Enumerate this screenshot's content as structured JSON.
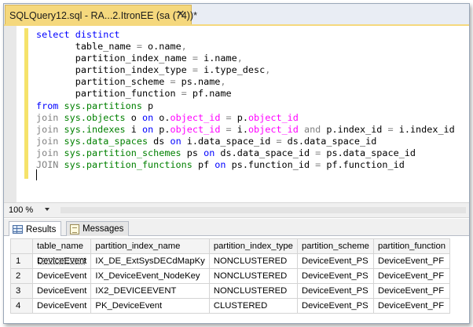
{
  "document_tab": {
    "label": "SQLQuery12.sql - RA...2.ItronEE (sa (74))*",
    "close_glyph": "✕"
  },
  "editor": {
    "lines": [
      [
        {
          "t": "select distinct",
          "c": "kw"
        }
      ],
      [
        {
          "t": "       table_name "
        },
        {
          "t": "=",
          "c": "op"
        },
        {
          "t": " o.name"
        },
        {
          "t": ",",
          "c": "op"
        }
      ],
      [
        {
          "t": "       partition_index_name "
        },
        {
          "t": "=",
          "c": "op"
        },
        {
          "t": " i.name"
        },
        {
          "t": ",",
          "c": "op"
        }
      ],
      [
        {
          "t": "       partition_index_type "
        },
        {
          "t": "=",
          "c": "op"
        },
        {
          "t": " i.type_desc"
        },
        {
          "t": ",",
          "c": "op"
        }
      ],
      [
        {
          "t": "       partition_scheme "
        },
        {
          "t": "=",
          "c": "op"
        },
        {
          "t": " ps.name"
        },
        {
          "t": ",",
          "c": "op"
        }
      ],
      [
        {
          "t": "       partition_function "
        },
        {
          "t": "=",
          "c": "op"
        },
        {
          "t": " pf.name"
        }
      ],
      [
        {
          "t": "from ",
          "c": "kw"
        },
        {
          "t": "sys.partitions",
          "c": "sys"
        },
        {
          "t": " p"
        }
      ],
      [
        {
          "t": "join ",
          "c": "op"
        },
        {
          "t": "sys.objects",
          "c": "sys"
        },
        {
          "t": " o "
        },
        {
          "t": "on",
          "c": "kw"
        },
        {
          "t": " o."
        },
        {
          "t": "object_id",
          "c": "fn"
        },
        {
          "t": " = ",
          "c": "op"
        },
        {
          "t": "p."
        },
        {
          "t": "object_id",
          "c": "fn"
        }
      ],
      [
        {
          "t": "join ",
          "c": "op"
        },
        {
          "t": "sys.indexes",
          "c": "sys"
        },
        {
          "t": " i "
        },
        {
          "t": "on",
          "c": "kw"
        },
        {
          "t": " p."
        },
        {
          "t": "object_id",
          "c": "fn"
        },
        {
          "t": " = ",
          "c": "op"
        },
        {
          "t": "i."
        },
        {
          "t": "object_id",
          "c": "fn"
        },
        {
          "t": " and ",
          "c": "op"
        },
        {
          "t": "p.index_id "
        },
        {
          "t": "=",
          "c": "op"
        },
        {
          "t": " i.index_id"
        }
      ],
      [
        {
          "t": "join ",
          "c": "op"
        },
        {
          "t": "sys.data_spaces",
          "c": "sys"
        },
        {
          "t": " ds "
        },
        {
          "t": "on",
          "c": "kw"
        },
        {
          "t": " i.data_space_id "
        },
        {
          "t": "=",
          "c": "op"
        },
        {
          "t": " ds.data_space_id"
        }
      ],
      [
        {
          "t": "join ",
          "c": "op"
        },
        {
          "t": "sys.partition_schemes",
          "c": "sys"
        },
        {
          "t": " ps "
        },
        {
          "t": "on",
          "c": "kw"
        },
        {
          "t": " ds.data_space_id "
        },
        {
          "t": "=",
          "c": "op"
        },
        {
          "t": " ps.data_space_id"
        }
      ],
      [
        {
          "t": "JOIN ",
          "c": "op"
        },
        {
          "t": "sys.partition_functions",
          "c": "sys"
        },
        {
          "t": " pf "
        },
        {
          "t": "on",
          "c": "kw"
        },
        {
          "t": " ps.function_id "
        },
        {
          "t": "=",
          "c": "op"
        },
        {
          "t": " pf.function_id"
        }
      ]
    ]
  },
  "zoom": {
    "value": "100 %"
  },
  "results_tabs": [
    {
      "label": "Results",
      "icon": "grid-icon",
      "active": true
    },
    {
      "label": "Messages",
      "icon": "messages-icon",
      "active": false
    }
  ],
  "grid": {
    "columns": [
      "table_name",
      "partition_index_name",
      "partition_index_type",
      "partition_scheme",
      "partition_function"
    ],
    "rows": [
      {
        "num": "1",
        "cells": [
          "DeviceEvent",
          "IX_DE_ExtSysDECdMapKy",
          "NONCLUSTERED",
          "DeviceEvent_PS",
          "DeviceEvent_PF"
        ]
      },
      {
        "num": "2",
        "cells": [
          "DeviceEvent",
          "IX_DeviceEvent_NodeKey",
          "NONCLUSTERED",
          "DeviceEvent_PS",
          "DeviceEvent_PF"
        ]
      },
      {
        "num": "3",
        "cells": [
          "DeviceEvent",
          "IX2_DEVICEEVENT",
          "NONCLUSTERED",
          "DeviceEvent_PS",
          "DeviceEvent_PF"
        ]
      },
      {
        "num": "4",
        "cells": [
          "DeviceEvent",
          "PK_DeviceEvent",
          "CLUSTERED",
          "DeviceEvent_PS",
          "DeviceEvent_PF"
        ]
      }
    ]
  },
  "colors": {
    "keyword": "#0000ff",
    "system_object": "#008000",
    "operator": "#808080",
    "function": "#ff00ff",
    "active_tab": "#f5d87d"
  }
}
